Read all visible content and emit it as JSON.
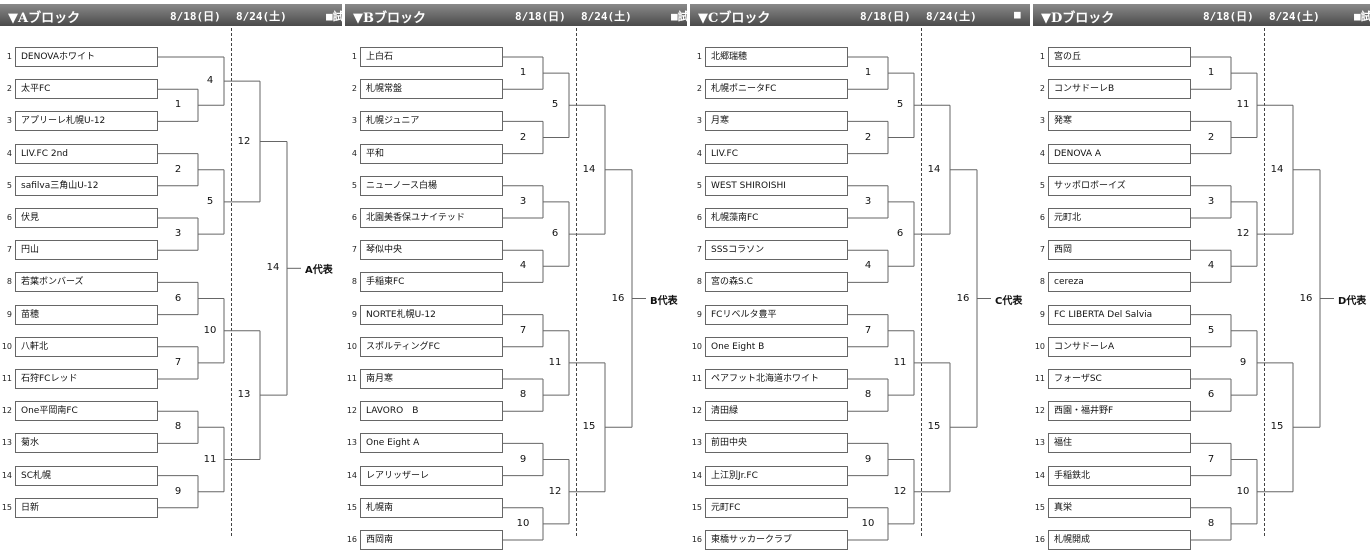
{
  "blocks": [
    {
      "title": "▼Aブロック",
      "date1": "8/18(日)",
      "date2": "8/24(土)",
      "extra": "■試",
      "teams": [
        "DENOVAホワイト",
        "太平FC",
        "アプリーレ札幌U-12",
        "LIV.FC 2nd",
        "safilva三角山U-12",
        "伏見",
        "円山",
        "若葉ボンバーズ",
        "苗穂",
        "八軒北",
        "石狩FCレッド",
        "One平岡南FC",
        "菊水",
        "SC札幌",
        "日新"
      ],
      "r1": [
        {
          "a": 1,
          "b": 2,
          "n": "1"
        },
        {
          "a": 3,
          "b": 4,
          "n": "2"
        },
        {
          "a": 5,
          "b": 6,
          "n": "3"
        },
        {
          "a": 7,
          "b": 8,
          "n": "6"
        },
        {
          "a": 9,
          "b": 10,
          "n": "7"
        },
        {
          "a": 11,
          "b": 12,
          "n": "8"
        },
        {
          "a": 13,
          "b": 14,
          "n": "9"
        }
      ],
      "r2": [
        {
          "top": "t0",
          "bot": "1",
          "n": "4"
        },
        {
          "top": "2",
          "bot": "3",
          "n": "5"
        },
        {
          "top": "6",
          "bot": "7",
          "n": "10"
        },
        {
          "top": "8",
          "bot": "9",
          "n": "11"
        }
      ],
      "r3": [
        "12",
        "13"
      ],
      "final": "14",
      "rep": "A代表"
    },
    {
      "title": "▼Bブロック",
      "date1": "8/18(日)",
      "date2": "8/24(土)",
      "extra": "■試",
      "teams": [
        "上白石",
        "札幌常盤",
        "札幌ジュニア",
        "平和",
        "ニューノース白楊",
        "北園美香保ユナイテッド",
        "琴似中央",
        "手稲東FC",
        "NORTE札幌U-12",
        "スポルティングFC",
        "南月寒",
        "LAVORO　B",
        "One Eight A",
        "レアリッザーレ",
        "札幌南",
        "西岡南"
      ],
      "r1": [
        {
          "a": 0,
          "b": 1,
          "n": "1"
        },
        {
          "a": 2,
          "b": 3,
          "n": "2"
        },
        {
          "a": 4,
          "b": 5,
          "n": "3"
        },
        {
          "a": 6,
          "b": 7,
          "n": "4"
        },
        {
          "a": 8,
          "b": 9,
          "n": "7"
        },
        {
          "a": 10,
          "b": 11,
          "n": "8"
        },
        {
          "a": 12,
          "b": 13,
          "n": "9"
        },
        {
          "a": 14,
          "b": 15,
          "n": "10"
        }
      ],
      "r2": [
        {
          "top": "1",
          "bot": "2",
          "n": "5"
        },
        {
          "top": "3",
          "bot": "4",
          "n": "6"
        },
        {
          "top": "7",
          "bot": "8",
          "n": "11"
        },
        {
          "top": "9",
          "bot": "10",
          "n": "12"
        }
      ],
      "r3": [
        "14",
        "15"
      ],
      "final": "16",
      "rep": "B代表"
    },
    {
      "title": "▼Cブロック",
      "date1": "8/18(日)",
      "date2": "8/24(土)",
      "extra": "■",
      "teams": [
        "北郷瑞穂",
        "札幌ポニータFC",
        "月寒",
        "LIV.FC",
        "WEST SHIROISHI",
        "札幌藻南FC",
        "SSSコラソン",
        "宮の森S.C",
        "FCリベルタ豊平",
        "One Eight B",
        "ペアフット北海道ホワイト",
        "清田緑",
        "前田中央",
        "上江別Jr.FC",
        "元町FC",
        "東橋サッカークラブ"
      ],
      "r1": [
        {
          "a": 0,
          "b": 1,
          "n": "1"
        },
        {
          "a": 2,
          "b": 3,
          "n": "2"
        },
        {
          "a": 4,
          "b": 5,
          "n": "3"
        },
        {
          "a": 6,
          "b": 7,
          "n": "4"
        },
        {
          "a": 8,
          "b": 9,
          "n": "7"
        },
        {
          "a": 10,
          "b": 11,
          "n": "8"
        },
        {
          "a": 12,
          "b": 13,
          "n": "9"
        },
        {
          "a": 14,
          "b": 15,
          "n": "10"
        }
      ],
      "r2": [
        {
          "top": "1",
          "bot": "2",
          "n": "5"
        },
        {
          "top": "3",
          "bot": "4",
          "n": "6"
        },
        {
          "top": "7",
          "bot": "8",
          "n": "11"
        },
        {
          "top": "9",
          "bot": "10",
          "n": "12"
        }
      ],
      "r3": [
        "14",
        "15"
      ],
      "final": "16",
      "rep": "C代表"
    },
    {
      "title": "▼Dブロック",
      "date1": "8/18(日)",
      "date2": "8/24(土)",
      "extra": "■試",
      "teams": [
        "宮の丘",
        "コンサドーレB",
        "発寒",
        "DENOVA A",
        "サッポロボーイズ",
        "元町北",
        "西岡",
        "cereza",
        "FC LIBERTA Del Salvia",
        "コンサドーレA",
        "フォーザSC",
        "西園・福井野F",
        "福住",
        "手稲鉄北",
        "真栄",
        "札幌開成"
      ],
      "r1": [
        {
          "a": 0,
          "b": 1,
          "n": "1"
        },
        {
          "a": 2,
          "b": 3,
          "n": "2"
        },
        {
          "a": 4,
          "b": 5,
          "n": "3"
        },
        {
          "a": 6,
          "b": 7,
          "n": "4"
        },
        {
          "a": 8,
          "b": 9,
          "n": "5"
        },
        {
          "a": 10,
          "b": 11,
          "n": "6"
        },
        {
          "a": 12,
          "b": 13,
          "n": "7"
        },
        {
          "a": 14,
          "b": 15,
          "n": "8"
        }
      ],
      "r2": [
        {
          "top": "1",
          "bot": "2",
          "n": "11"
        },
        {
          "top": "3",
          "bot": "4",
          "n": "12"
        },
        {
          "top": "5",
          "bot": "6",
          "n": "9"
        },
        {
          "top": "7",
          "bot": "8",
          "n": "10"
        }
      ],
      "r3": [
        "14",
        "15"
      ],
      "final": "16",
      "rep": "D代表"
    }
  ]
}
